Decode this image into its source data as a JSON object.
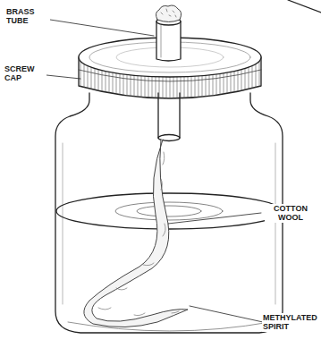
{
  "diagram": {
    "labels": [
      "BRASS TUBE",
      "SCREW CAP",
      "COTTON WOOL",
      "METHYLATED SPIRIT"
    ]
  }
}
